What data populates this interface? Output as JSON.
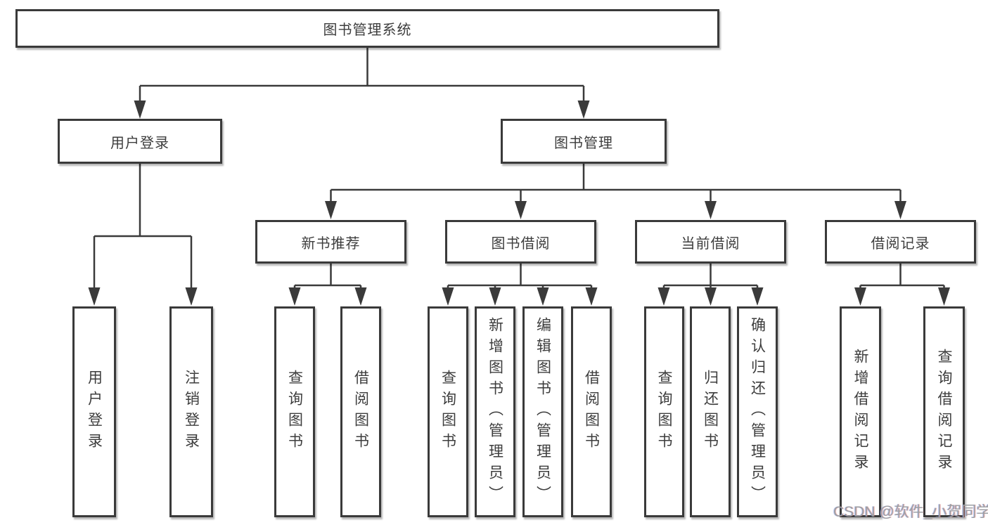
{
  "diagram": {
    "root": {
      "label": "图书管理系统"
    },
    "level2": [
      {
        "label": "用户登录"
      },
      {
        "label": "图书管理"
      }
    ],
    "level3": [
      {
        "label": "新书推荐"
      },
      {
        "label": "图书借阅"
      },
      {
        "label": "当前借阅"
      },
      {
        "label": "借阅记录"
      }
    ],
    "leaves": {
      "user_login": [
        {
          "label": "用户登录"
        },
        {
          "label": "注销登录"
        }
      ],
      "new_book_recommend": [
        {
          "label": "查询图书"
        },
        {
          "label": "借阅图书"
        }
      ],
      "book_borrow": [
        {
          "label": "查询图书"
        },
        {
          "label": "新增图书（管理员）"
        },
        {
          "label": "编辑图书（管理员）"
        },
        {
          "label": "借阅图书"
        }
      ],
      "current_borrow": [
        {
          "label": "查询图书"
        },
        {
          "label": "归还图书"
        },
        {
          "label": "确认归还（管理员）"
        }
      ],
      "borrow_records": [
        {
          "label": "新增借阅记录"
        },
        {
          "label": "查询借阅记录"
        }
      ]
    },
    "colors": {
      "line": "#3a3a3a",
      "box_border": "#3a3a3a",
      "text": "#3d3d3d",
      "background": "#ffffff",
      "watermark": "#9c9fa3"
    },
    "watermark": "CSDN @软件_小贺同学"
  }
}
